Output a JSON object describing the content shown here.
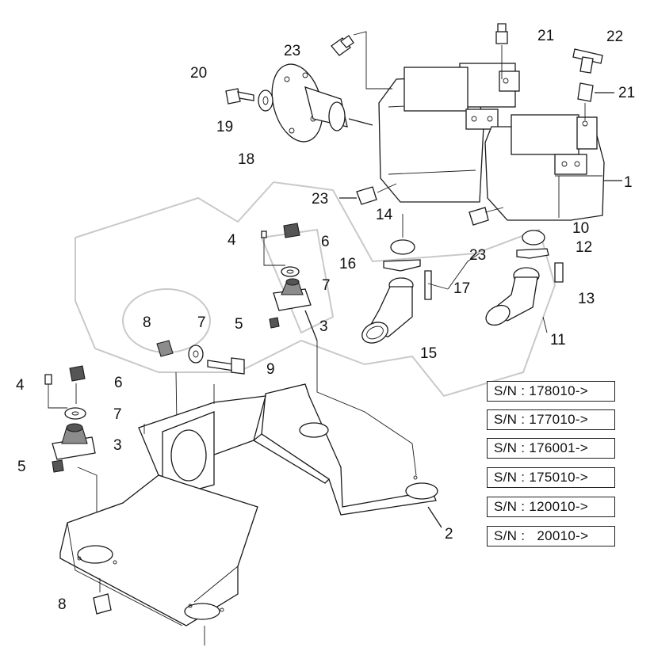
{
  "callouts": {
    "n1": "1",
    "n2": "2",
    "n3a": "3",
    "n3b": "3",
    "n4a": "4",
    "n4b": "4",
    "n5a": "5",
    "n5b": "5",
    "n6a": "6",
    "n6b": "6",
    "n7a": "7",
    "n7b": "7",
    "n7c": "7",
    "n8a": "8",
    "n8b": "8",
    "n9": "9",
    "n10": "10",
    "n11": "11",
    "n12": "12",
    "n13": "13",
    "n14": "14",
    "n15": "15",
    "n16": "16",
    "n17": "17",
    "n18": "18",
    "n19": "19",
    "n20": "20",
    "n21a": "21",
    "n21b": "21",
    "n22": "22",
    "n23a": "23",
    "n23b": "23",
    "n23c": "23"
  },
  "serial_ranges": [
    "S/N : 178010->",
    "S/N : 177010->",
    "S/N : 176001->",
    "S/N : 175010->",
    "S/N : 120010->",
    "S/N :   20010->"
  ]
}
